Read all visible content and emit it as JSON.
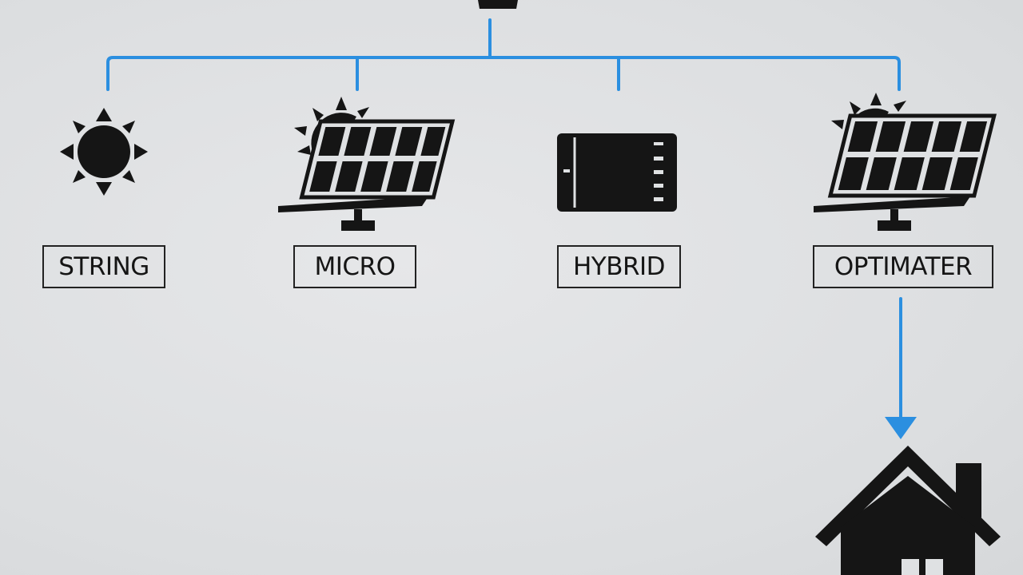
{
  "diagram": {
    "nodes": [
      {
        "label": "STRING"
      },
      {
        "label": "MICRO"
      },
      {
        "label": "HYBRID"
      },
      {
        "label": "OPTIMATER"
      }
    ]
  },
  "colors": {
    "background": "#dfe1e3",
    "connector": "#2b8fe0",
    "icon": "#151515",
    "label_border": "#222222"
  },
  "icons": [
    "top-node-icon",
    "sun-icon",
    "solar-panel-sun-icon",
    "inverter-icon",
    "solar-panel-icon",
    "house-icon"
  ]
}
